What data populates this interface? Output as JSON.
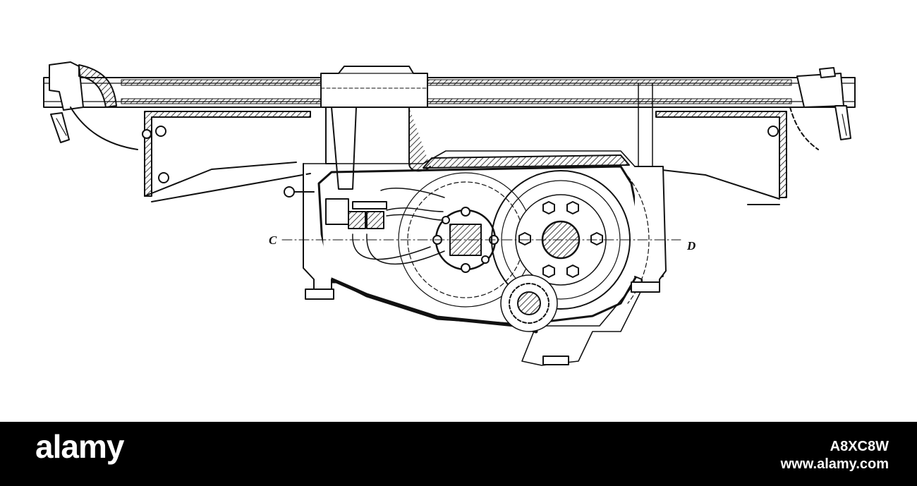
{
  "labels": {
    "c": "C",
    "d": "D"
  },
  "footer": {
    "brand": "alamy",
    "image_id": "A8XC8W",
    "site": "www.alamy.com"
  },
  "colors": {
    "ink": "#111111",
    "paper": "#ffffff",
    "footer_bg": "#000000",
    "footer_text": "#ffffff"
  }
}
